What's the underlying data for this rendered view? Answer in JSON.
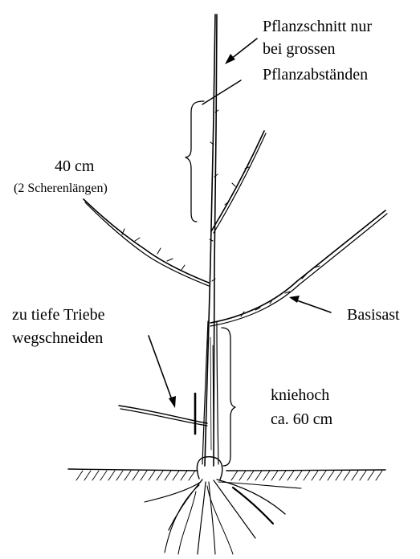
{
  "labels": {
    "cut_line1": "Pflanzschnitt nur",
    "cut_line2": "bei grossen",
    "cut_line3": "Pflanzabständen",
    "length": "40 cm",
    "length_note": "(2 Scherenlängen)",
    "low_line1": "zu tiefe Triebe",
    "low_line2": "wegschneiden",
    "basal": "Basisast",
    "knee_line1": "kniehoch",
    "knee_line2": "ca. 60 cm"
  },
  "colors": {
    "ink": "#000000",
    "background": "#ffffff"
  }
}
